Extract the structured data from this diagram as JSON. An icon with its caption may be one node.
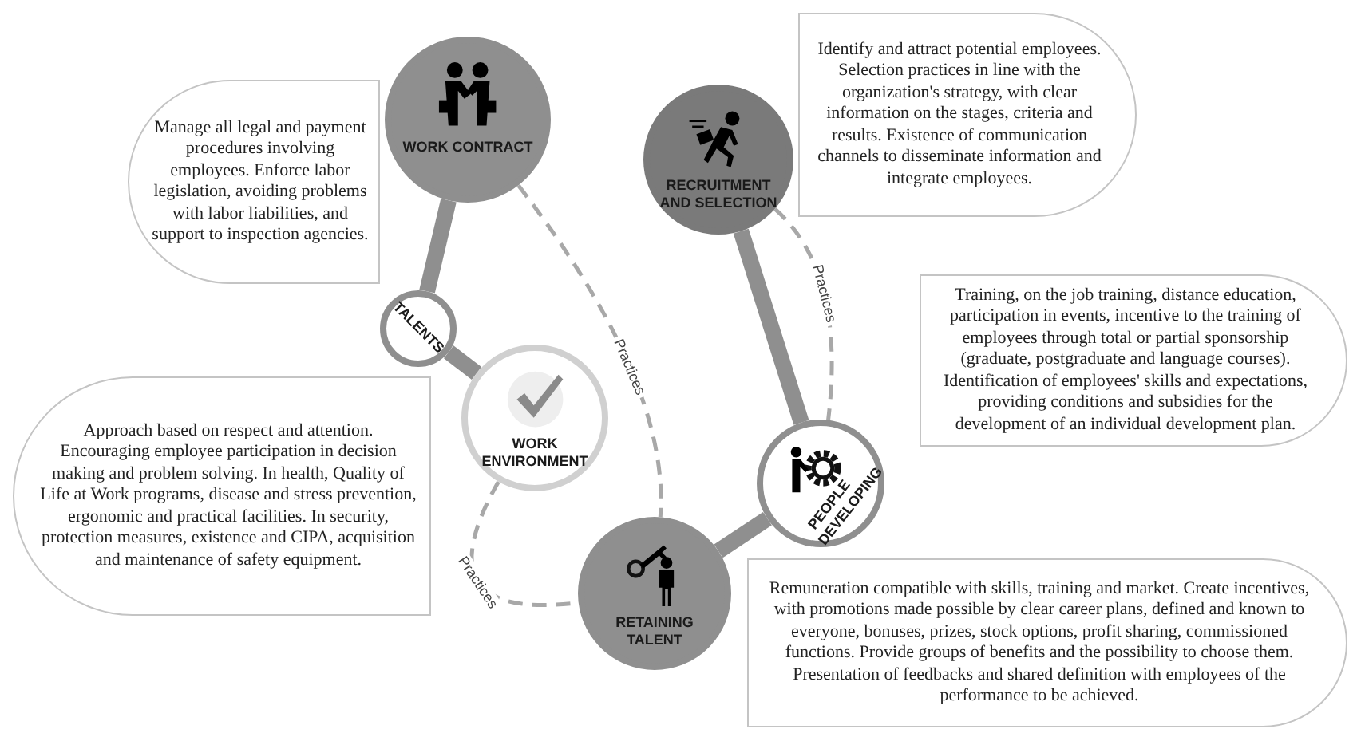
{
  "diagram": {
    "nodes": [
      {
        "text": [
          "Manage all legal and payment procedures involving employees. Enforce labor legislation, avoiding problems with labor liabilities, and support to inspection agencies."
        ]
      },
      {
        "text": [
          "WORK CONTRACT"
        ]
      },
      {
        "text": [
          "TALENTS"
        ]
      },
      {
        "text": [
          "RECRUITMENT AND SELECTION"
        ]
      },
      {
        "text": [
          "Identify and attract potential employees. Selection practices in line with the organization's strategy, with clear information on the stages, criteria and results. Existence of communication channels to disseminate information and integrate employees."
        ]
      },
      {
        "text": [
          "Approach based on respect and attention. Encouraging employee participation in decision making and problem solving. In health, Quality of Life at Work programs, disease and stress prevention, ergonomic and practical facilities. In security, protection measures, existence and CIPA, acquisition and maintenance of safety equipment."
        ]
      },
      {
        "text": [
          "WORK ENVIRONMENT"
        ]
      },
      {
        "text": [
          "PEOPLE DEVELOPING"
        ]
      },
      {
        "text": [
          "Training, on the job training, distance education, participation in events, incentive to the training of employees through total or partial sponsorship (graduate, postgraduate and language courses). Identification of employees' skills and expectations, providing conditions and subsidies for the development of an individual development plan."
        ]
      },
      {
        "text": [
          "RETAINING TALENT"
        ]
      },
      {
        "text": [
          "Remuneration compatible with skills, training and market. Create incentives, with promotions made possible by clear career plans, defined and known to everyone, bonuses, prizes, stock options, profit sharing, commissioned functions. Provide groups of benefits and the possibility to choose them. Presentation of feedbacks and shared definition with employees of the performance to be achieved."
        ]
      }
    ],
    "edges": [
      {
        "from": 1,
        "to": 2,
        "arrow": "none"
      },
      {
        "from": 2,
        "to": 6,
        "arrow": "none"
      },
      {
        "from": 3,
        "to": 7,
        "arrow": "none"
      },
      {
        "from": 7,
        "to": 9,
        "arrow": "none"
      },
      {
        "from": 1,
        "to": 9,
        "arrow": "none",
        "style": "dashed",
        "label": "Practices"
      },
      {
        "from": 6,
        "to": 9,
        "arrow": "none",
        "style": "dashed",
        "label": "Practices"
      },
      {
        "from": 3,
        "to": 7,
        "arrow": "none",
        "style": "dashed",
        "label": "Practices"
      }
    ]
  }
}
